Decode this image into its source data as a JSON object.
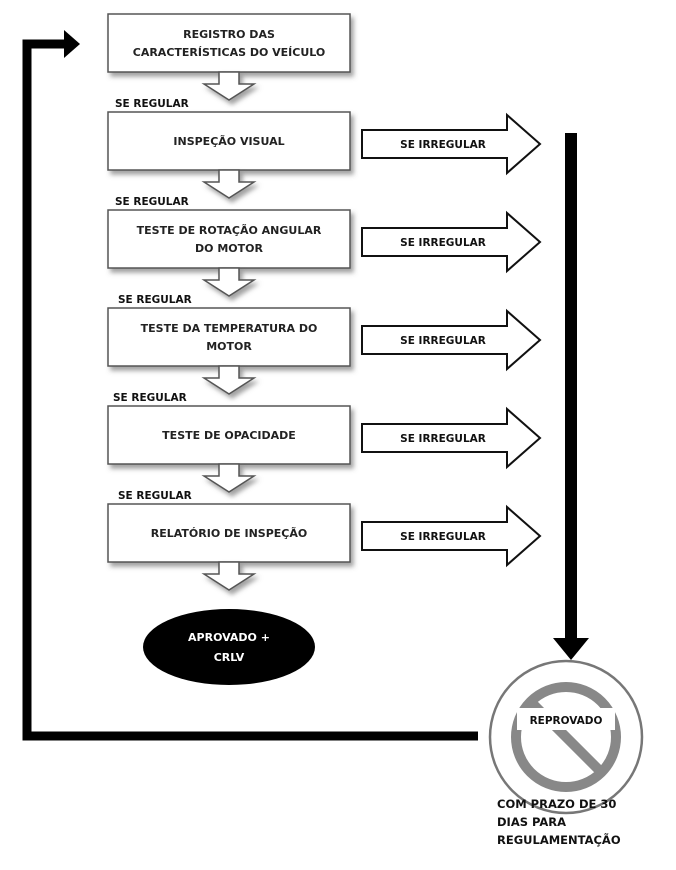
{
  "steps": [
    {
      "lines": [
        "REGISTRO DAS",
        "CARACTERÍSTICAS DO VEÍCULO"
      ]
    },
    {
      "lines": [
        "INSPEÇÃO VISUAL"
      ]
    },
    {
      "lines": [
        "TESTE DE ROTAÇÃO ANGULAR",
        "DO MOTOR"
      ]
    },
    {
      "lines": [
        "TESTE DA TEMPERATURA DO",
        "MOTOR"
      ]
    },
    {
      "lines": [
        "TESTE DE OPACIDADE"
      ]
    },
    {
      "lines": [
        "RELATÓRIO DE INSPEÇÃO"
      ]
    }
  ],
  "regular_label": "SE REGULAR",
  "irregular_label": "SE IRREGULAR",
  "approved": {
    "lines": [
      "APROVADO +",
      "CRLV"
    ]
  },
  "rejected": {
    "label": "REPROVADO"
  },
  "note": "COM PRAZO DE 30\nDIAS PARA\nREGULAMENTAÇÃO",
  "colors": {
    "ink": "#111111",
    "box_fill": "#ffffff",
    "oval_fill": "#000000",
    "line": "#000000"
  }
}
